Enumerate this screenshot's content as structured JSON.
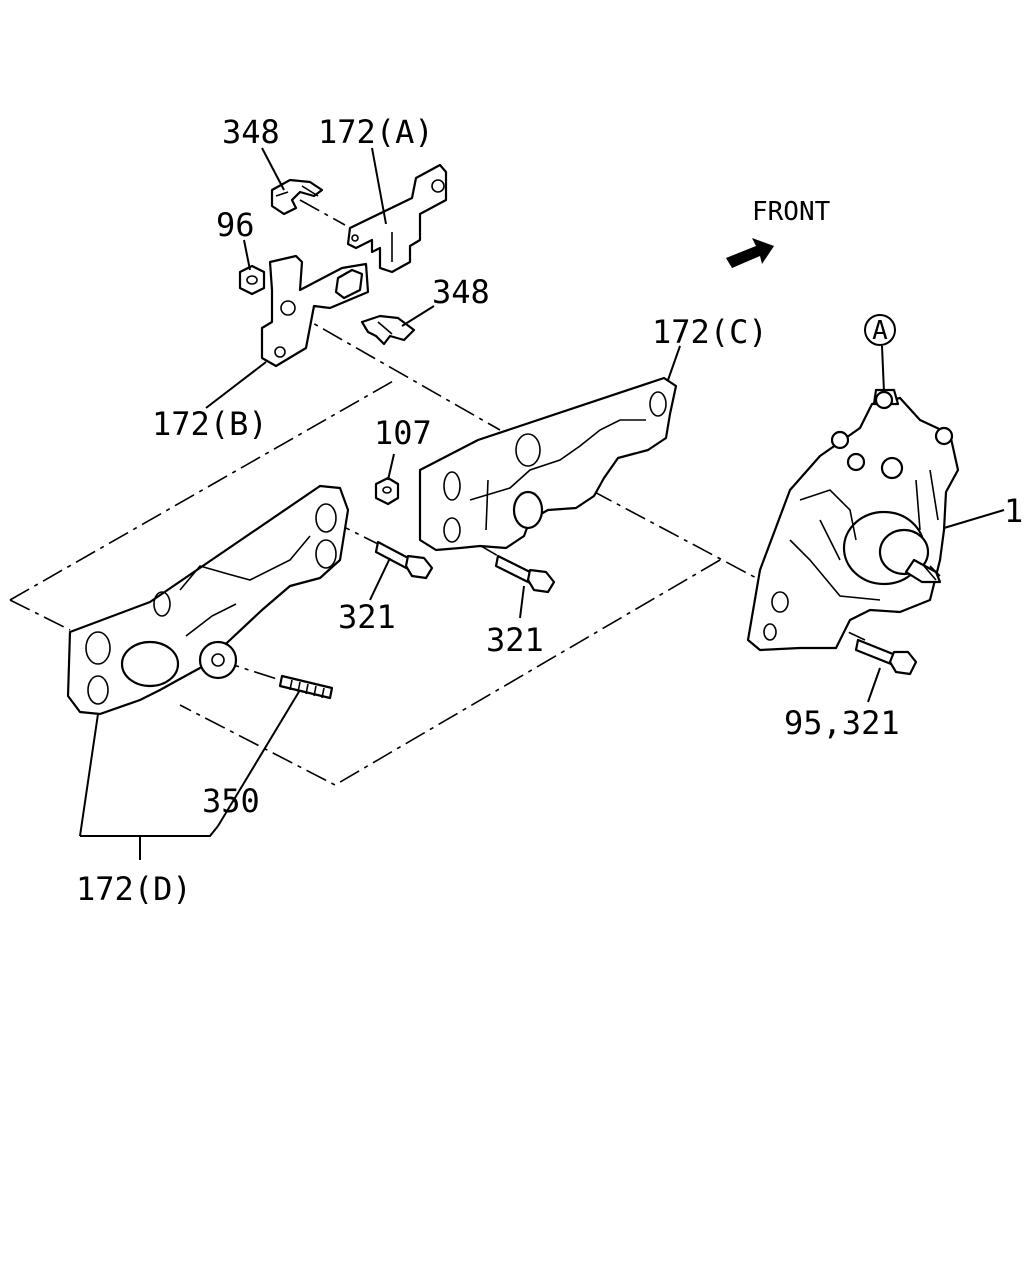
{
  "labels": {
    "clip_upper": "348",
    "bracket_a": "172(A)",
    "nut_96": "96",
    "clip_right": "348",
    "bracket_b": "172(B)",
    "nut_107": "107",
    "bracket_c": "172(C)",
    "bolt_321_left": "321",
    "bolt_321_right": "321",
    "stud_350": "350",
    "bracket_d": "172(D)",
    "gearbox": "1",
    "bolt_95_321": "95,321",
    "ref_a": "A",
    "front": "FRONT"
  }
}
